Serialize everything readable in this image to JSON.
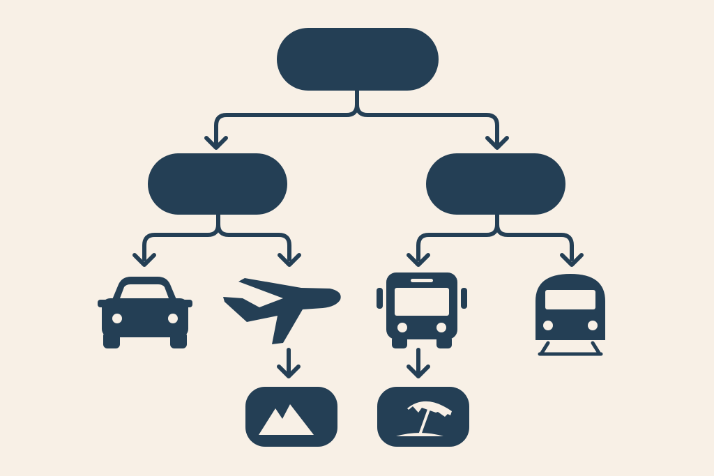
{
  "diagram": {
    "type": "decision-tree",
    "colors": {
      "background": "#f8f0e6",
      "ink": "#243f55"
    },
    "nodes": [
      {
        "id": "root",
        "kind": "blank-pill",
        "label": ""
      },
      {
        "id": "branch-left",
        "kind": "blank-pill",
        "label": ""
      },
      {
        "id": "branch-right",
        "kind": "blank-pill",
        "label": ""
      },
      {
        "id": "car",
        "kind": "icon",
        "icon": "car-icon"
      },
      {
        "id": "plane",
        "kind": "icon",
        "icon": "airplane-icon"
      },
      {
        "id": "bus",
        "kind": "icon",
        "icon": "bus-icon"
      },
      {
        "id": "train",
        "kind": "icon",
        "icon": "train-icon"
      },
      {
        "id": "mountains",
        "kind": "icon-tile",
        "icon": "mountains-icon"
      },
      {
        "id": "beach",
        "kind": "icon-tile",
        "icon": "beach-umbrella-icon"
      }
    ],
    "edges": [
      [
        "root",
        "branch-left"
      ],
      [
        "root",
        "branch-right"
      ],
      [
        "branch-left",
        "car"
      ],
      [
        "branch-left",
        "plane"
      ],
      [
        "branch-right",
        "bus"
      ],
      [
        "branch-right",
        "train"
      ],
      [
        "plane",
        "mountains"
      ],
      [
        "bus",
        "beach"
      ]
    ]
  }
}
